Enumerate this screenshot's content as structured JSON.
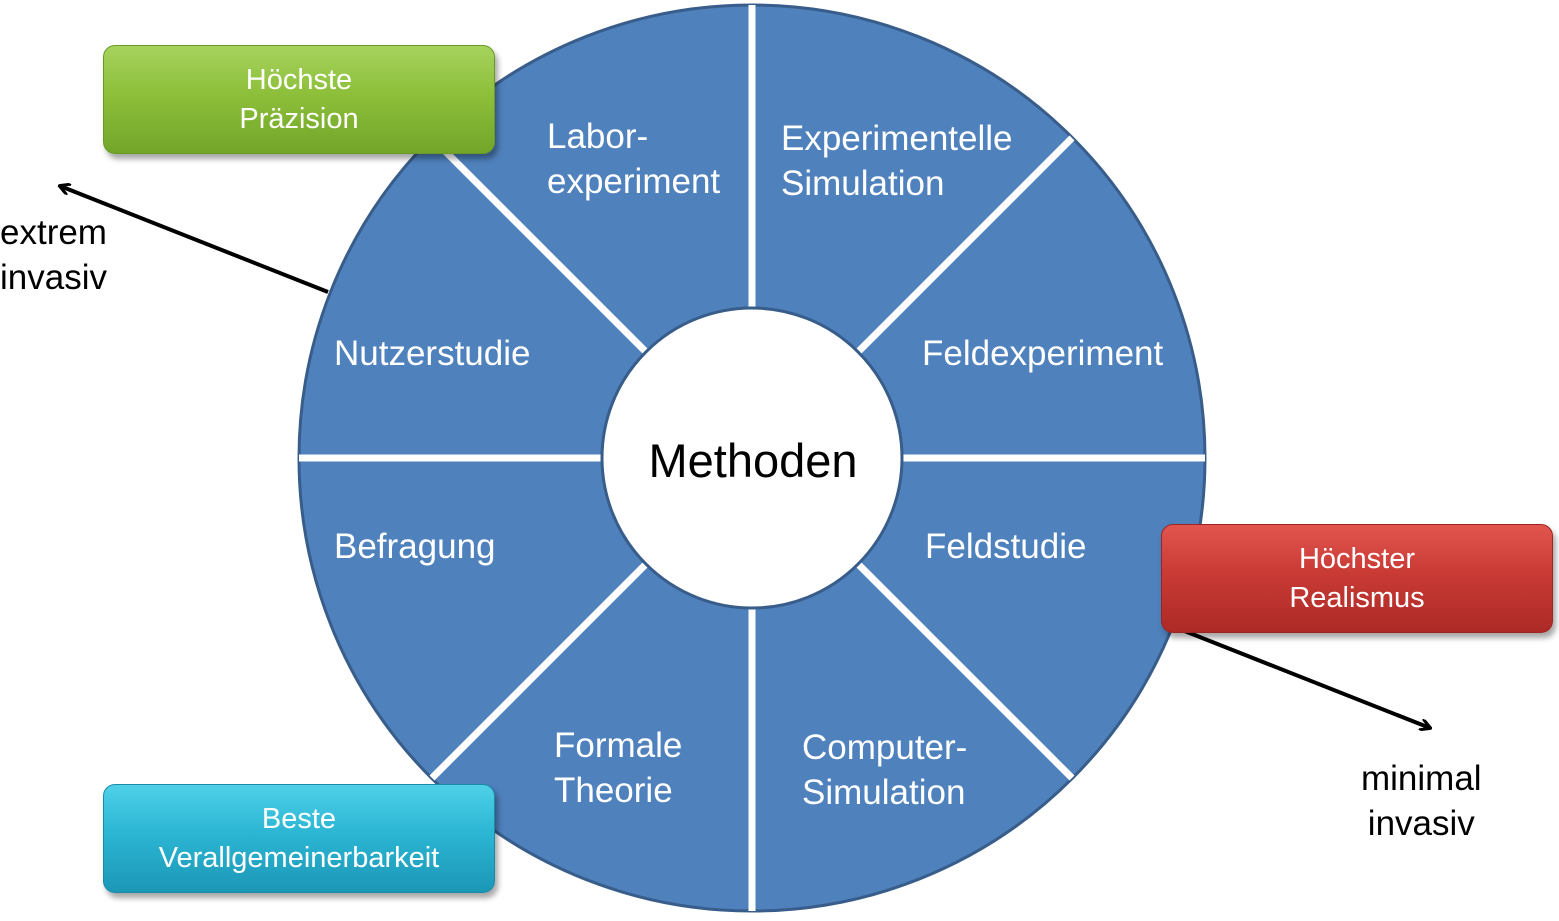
{
  "center": {
    "label": "Methoden"
  },
  "segments": [
    {
      "label": "Labor-\nexperiment"
    },
    {
      "label": "Experimentelle\nSimulation"
    },
    {
      "label": "Feldexperiment"
    },
    {
      "label": "Feldstudie"
    },
    {
      "label": "Computer-\nSimulation"
    },
    {
      "label": "Formale\nTheorie"
    },
    {
      "label": "Befragung"
    },
    {
      "label": "Nutzerstudie"
    }
  ],
  "callouts": {
    "precision": "Höchste\nPräzision",
    "realism": "Höchster\nRealismus",
    "generalizability": "Beste\nVerallgemeinerbarkeit"
  },
  "axis_labels": {
    "extreme": "extrem\ninvasiv",
    "minimal": "minimal\ninvasiv"
  },
  "colors": {
    "wheel_fill": "#4f81bd",
    "wheel_border": "#385d8a",
    "precision": "#8dbf3a",
    "realism": "#c93a35",
    "generalizability": "#2bb6d4"
  }
}
